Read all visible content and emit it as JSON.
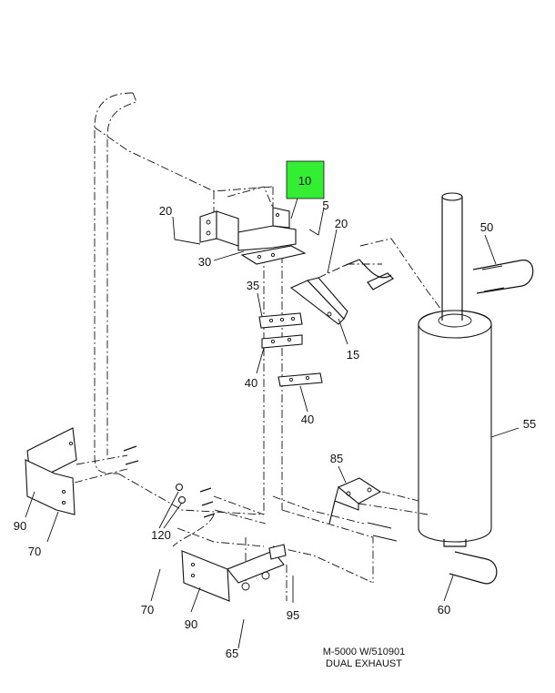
{
  "highlight": {
    "label": "10",
    "color": "#33ee33"
  },
  "callouts": {
    "c5": "5",
    "c10": "10",
    "c15": "15",
    "c20a": "20",
    "c20b": "20",
    "c30": "30",
    "c35": "35",
    "c40a": "40",
    "c40b": "40",
    "c50": "50",
    "c55": "55",
    "c60": "60",
    "c65": "65",
    "c70a": "70",
    "c70b": "70",
    "c85": "85",
    "c90a": "90",
    "c90b": "90",
    "c95": "95",
    "c120": "120"
  },
  "caption": {
    "line1": "M-5000 W/510901",
    "line2": "DUAL EXHAUST"
  }
}
